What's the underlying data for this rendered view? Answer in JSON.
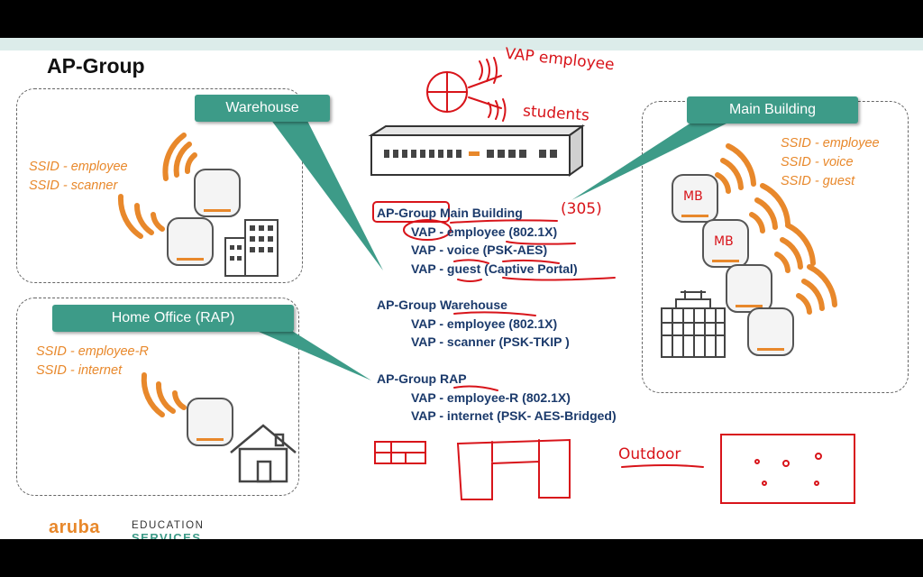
{
  "title": "AP-Group",
  "warehouse": {
    "label": "Warehouse",
    "ssids": [
      "SSID - employee",
      "SSID - scanner"
    ]
  },
  "home_office": {
    "label": "Home Office (RAP)",
    "ssids": [
      "SSID - employee-R",
      "SSID - internet"
    ]
  },
  "main_building": {
    "label": "Main Building",
    "ssids": [
      "SSID - employee",
      "SSID - voice",
      "SSID - guest"
    ]
  },
  "config": {
    "main": {
      "group": "AP-Group Main Building",
      "vaps": [
        "VAP - employee (802.1X)",
        "VAP - voice (PSK-AES)",
        "VAP - guest (Captive Portal)"
      ]
    },
    "warehouse": {
      "group": "AP-Group Warehouse",
      "vaps": [
        "VAP - employee (802.1X)",
        "VAP - scanner (PSK-TKIP )"
      ]
    },
    "rap": {
      "group": "AP-Group RAP",
      "vaps": [
        "VAP - employee-R (802.1X)",
        "VAP - internet (PSK- AES-Bridged)"
      ]
    }
  },
  "handwriting": {
    "vap_employee": "VAP employee",
    "students": "students",
    "count": "(305)",
    "mb1": "MB",
    "mb2": "MB",
    "outdoor": "Outdoor"
  },
  "footer": {
    "logo": "aruba",
    "edu_line1": "EDUCATION",
    "edu_line2": "SERVICES"
  },
  "colors": {
    "accent": "#3d9b88",
    "orange": "#e8882b",
    "navy": "#1b3a6b",
    "annotation": "#d8141a"
  }
}
